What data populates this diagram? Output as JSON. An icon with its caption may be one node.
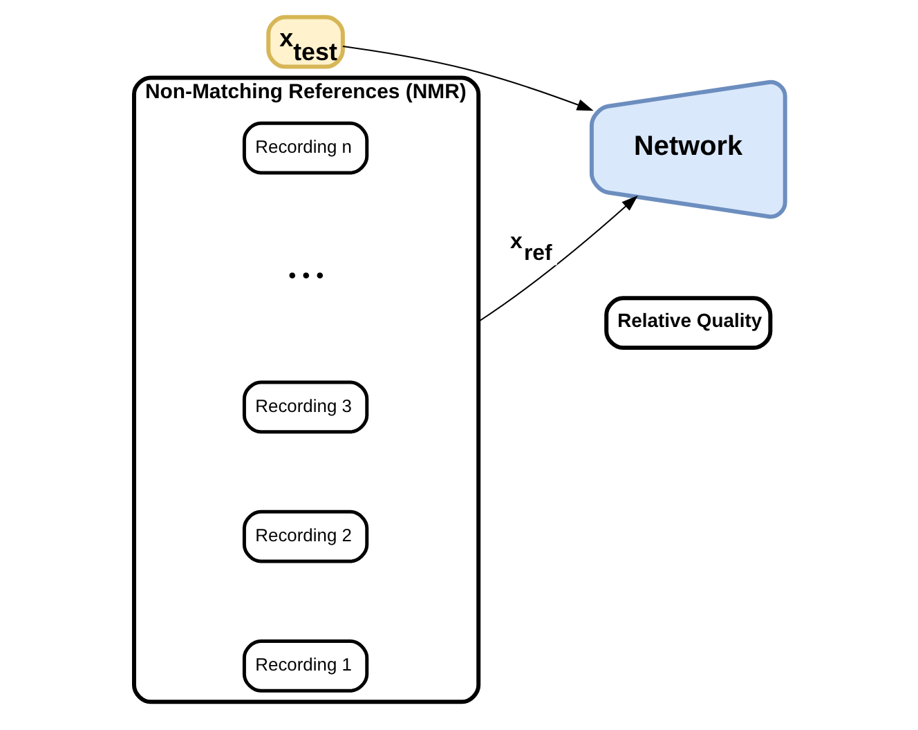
{
  "diagram": {
    "nodes": [
      {
        "text": [
          "x$_{test}$"
        ]
      },
      {
        "text": [
          "Network"
        ]
      },
      {
        "text": [
          "Relative Quality"
        ]
      },
      {
        "text": [
          "Non-Matching References (NMR)"
        ]
      },
      {
        "text": [
          "Recording 1"
        ],
        "in": 3
      },
      {
        "text": [
          "Recording 2"
        ],
        "in": 3
      },
      {
        "text": [
          "Recording 3"
        ],
        "in": 3
      },
      {
        "text": [
          "Recording n"
        ],
        "in": 3
      }
    ],
    "edges": [
      {
        "from": 0,
        "to": 1,
        "arrow": "to"
      },
      {
        "from": 3,
        "to": 1,
        "arrow": "to",
        "label": "x$_{ref}$"
      }
    ],
    "labels": [
      "• • •"
    ]
  }
}
